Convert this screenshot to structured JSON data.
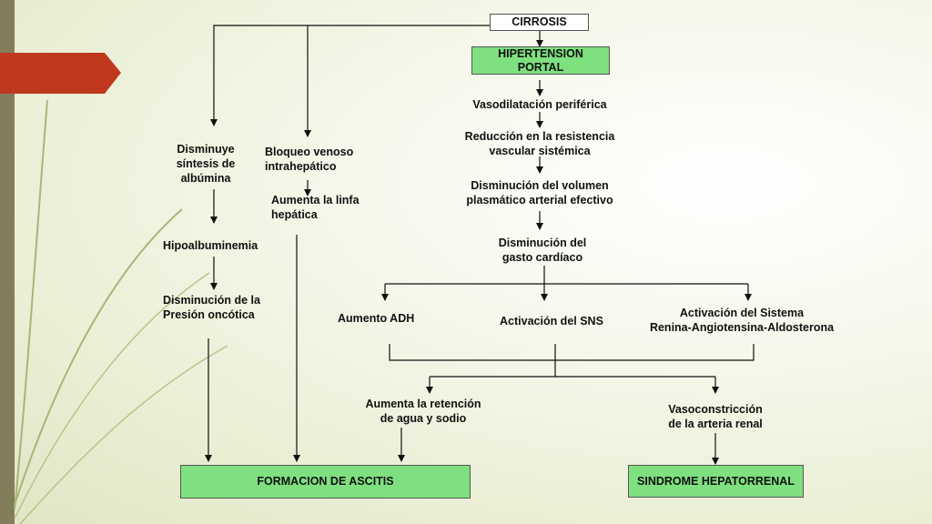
{
  "nodes": {
    "cirrosis": "CIRROSIS",
    "hipertension": "HIPERTENSION\nPORTAL",
    "vasodilatacion": "Vasodilatación periférica",
    "reduccion": "Reducción en la resistencia\nvascular sistémica",
    "disminucion_volumen": "Disminución del volumen\nplasmático arterial efectivo",
    "disminucion_gasto": "Disminución del\ngasto cardíaco",
    "aumento_adh": "Aumento ADH",
    "activacion_sns": "Activación del SNS",
    "activacion_raa": "Activación del Sistema\nRenina-Angiotensina-Aldosterona",
    "retencion": "Aumenta la retención\nde agua y sodio",
    "vasoconstriccion": "Vasoconstricción\nde la arteria renal",
    "disminuye_sintesis": "Disminuye\nsíntesis de\nalbúmina",
    "hipoalbuminemia": "Hipoalbuminemia",
    "presion_oncotica": "Disminución de la\nPresión oncótica",
    "bloqueo": "Bloqueo venoso\nintrahepático",
    "linfa": "Aumenta la linfa\nhepática",
    "ascitis": "FORMACION DE ASCITIS",
    "hepatorrenal": "SINDROME HEPATORRENAL"
  },
  "colors": {
    "box_green": "#7fe07f",
    "accent_red": "#c0391f",
    "sidebar": "#837d5b"
  }
}
